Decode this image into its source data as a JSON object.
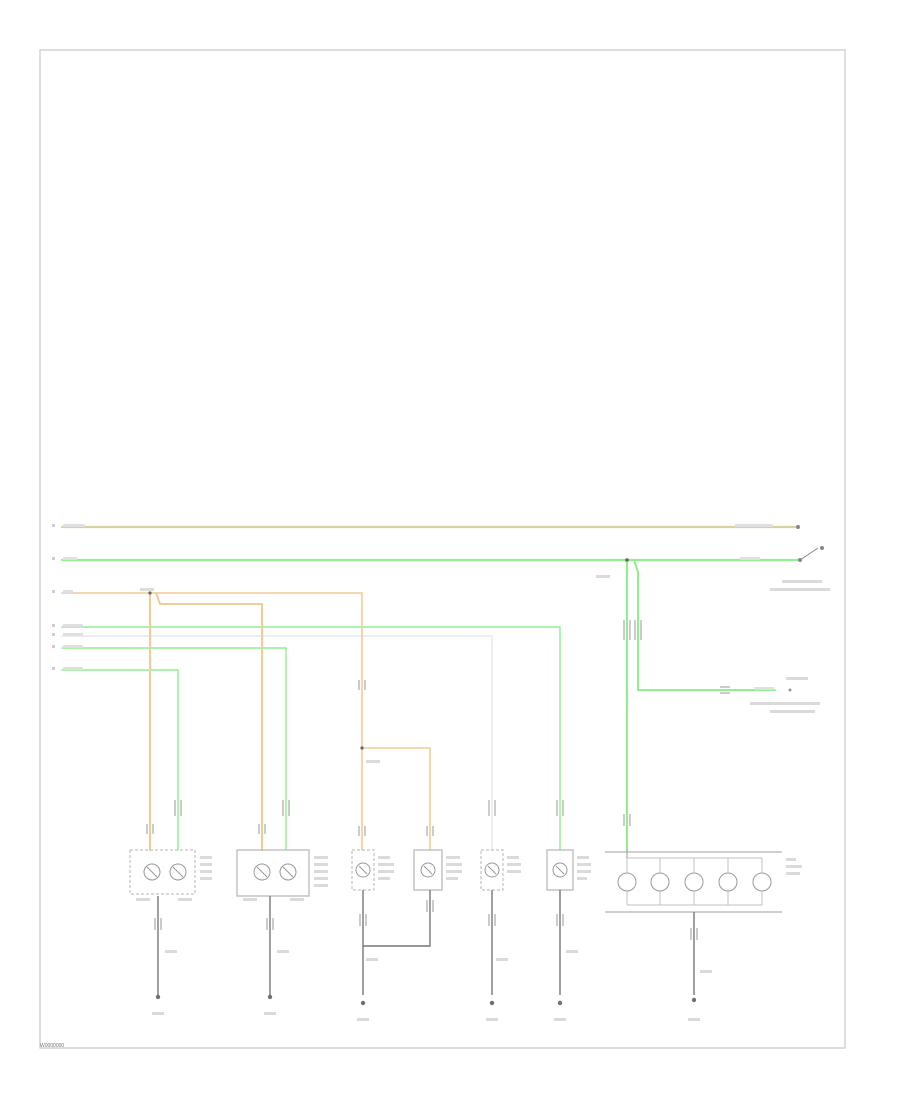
{
  "colors": {
    "frame": "#c8c8c8",
    "wire_olive": "#d6d49a",
    "wire_green": "#8fef8f",
    "wire_orange": "#f0cc96",
    "wire_light": "#e8e8e8",
    "component": "#b5b5b5",
    "ground": "#707070"
  },
  "footer_code": "W0000000",
  "icons": [
    "splice-dot",
    "ground-symbol",
    "bulb-symbol",
    "switch-symbol",
    "connector-symbol"
  ]
}
